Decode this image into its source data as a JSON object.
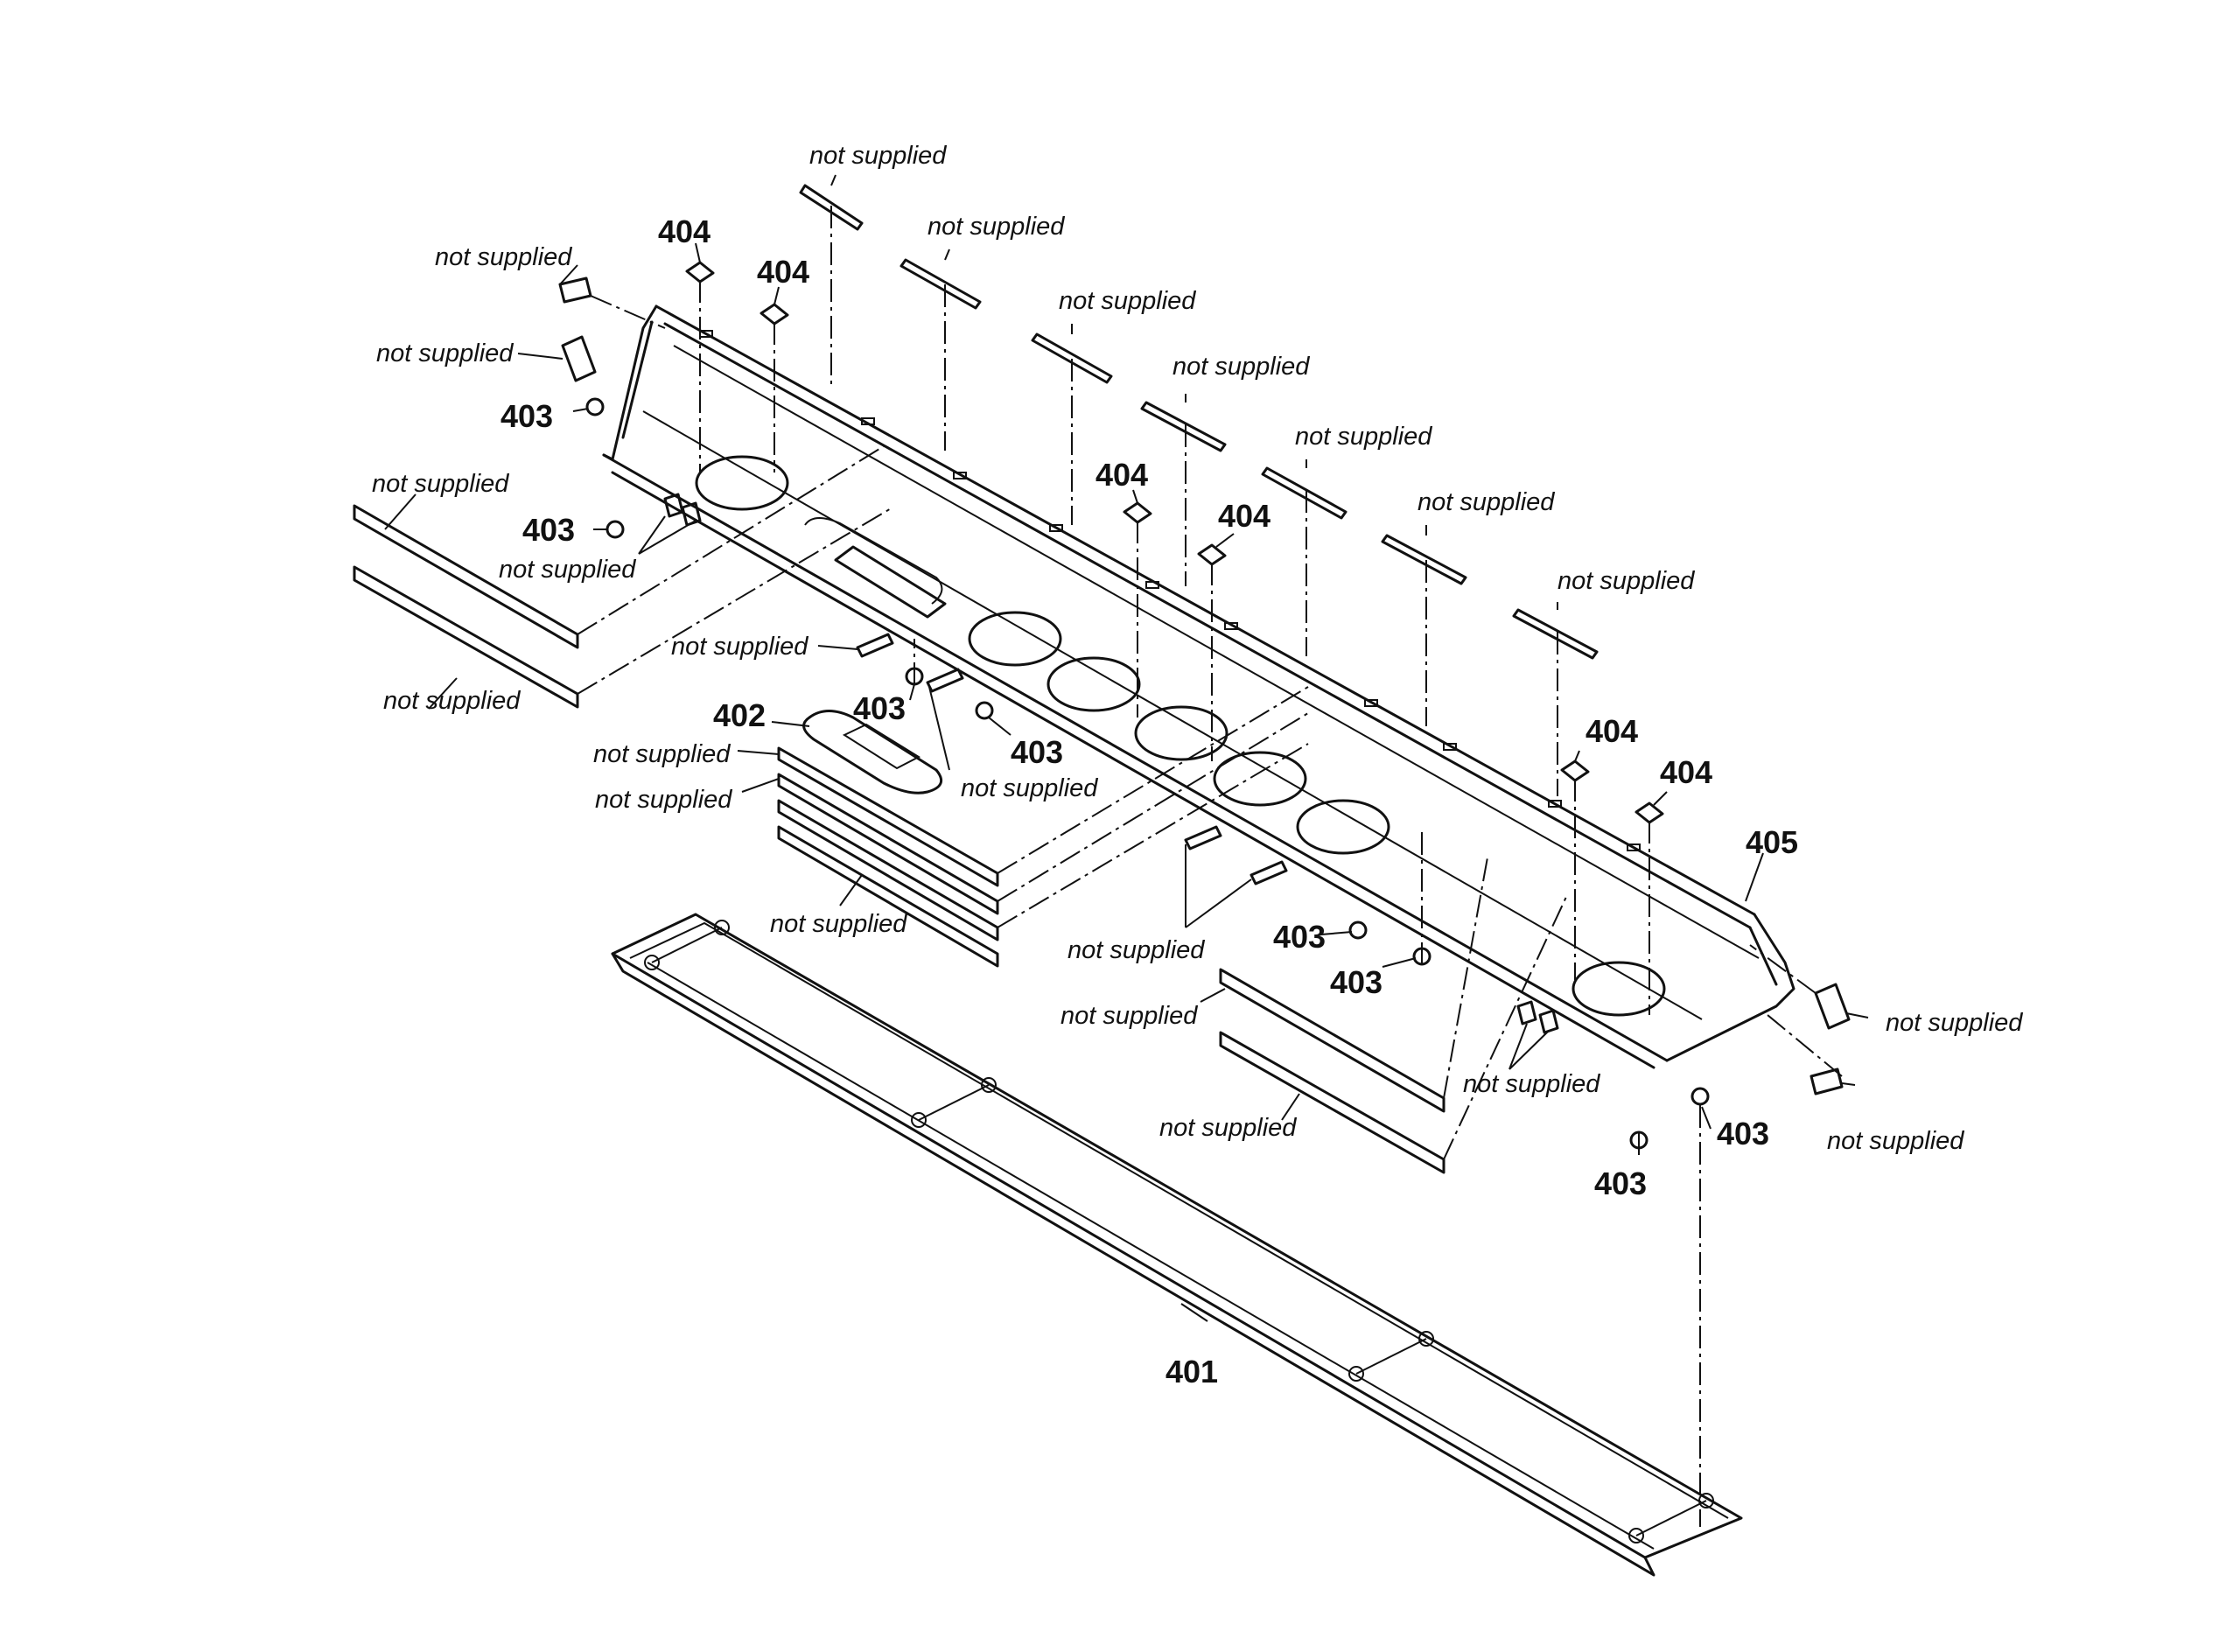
{
  "labels": {
    "not_supplied": "not supplied",
    "p401": "401",
    "p402": "402",
    "p403": "403",
    "p404": "404",
    "p405": "405"
  }
}
